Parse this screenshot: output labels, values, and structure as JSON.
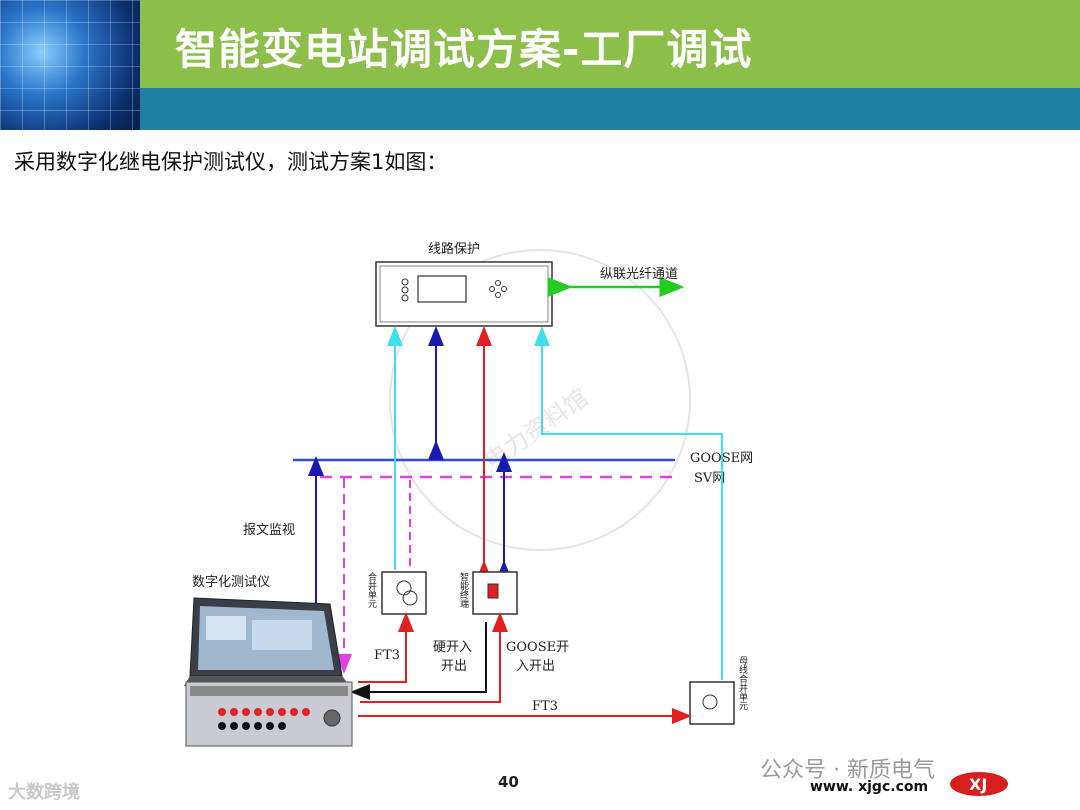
{
  "header": {
    "title": "智能变电站调试方案-工厂调试"
  },
  "intro_text": "采用数字化继电保护测试仪，测试方案1如图：",
  "diagram": {
    "line_protection_label": "线路保护",
    "fiber_channel_label": "纵联光纤通道",
    "goose_net_label": "GOOSE网",
    "sv_net_label": "SV网",
    "message_monitor_label": "报文监视",
    "tester_label": "数字化测试仪",
    "merging_unit_label": "合并单元",
    "smart_terminal_label": "智能终端",
    "bus_merging_unit_label": "母线合并单元",
    "ft3_label_1": "FT3",
    "hard_io_label_1": "硬开入",
    "hard_io_label_2": "开出",
    "goose_io_label_1": "GOOSE开",
    "goose_io_label_2": "入开出",
    "ft3_label_2": "FT3",
    "diagram_watermark": "电力资料馆"
  },
  "footer": {
    "page_number": "40",
    "watermark_left": "大数跨境",
    "watermark_right": "公众号 · 新质电气",
    "url": "www. xjgc.com",
    "logo_text": "XJ"
  },
  "colors": {
    "green_bar": "#8cbf4a",
    "teal_bar": "#1f7fa2",
    "goose_line": "#2b4fd1",
    "sv_line": "#e040e0",
    "cyan_line": "#3ee0f0",
    "red_line": "#e02020",
    "blue_line": "#1a1ab0",
    "green_arrow": "#22cc22"
  }
}
